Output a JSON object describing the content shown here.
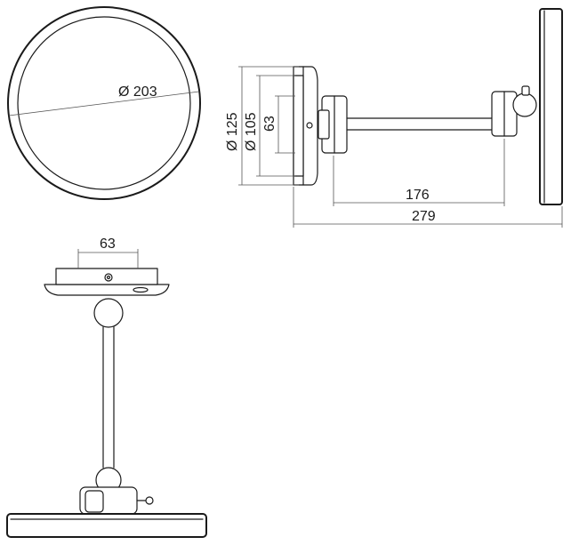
{
  "dimensions": {
    "mirror_diameter": "Ø 203",
    "plate_diameter_outer": "Ø 125",
    "plate_diameter_inner": "Ø 105",
    "plate_height": "63",
    "arm_length": "176",
    "total_depth": "279",
    "bottom_width": "63"
  }
}
